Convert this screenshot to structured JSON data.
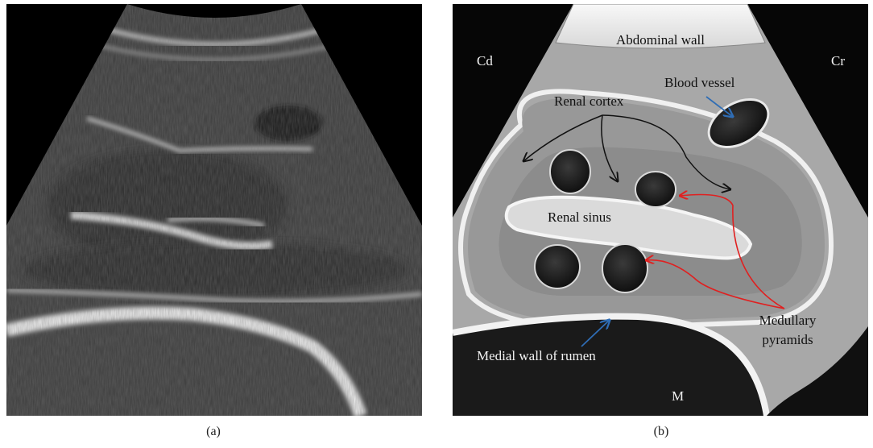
{
  "panel_a": {
    "caption": "(a)"
  },
  "panel_b": {
    "caption": "(b)",
    "labels": {
      "abdominal_wall": "Abdominal wall",
      "cd": "Cd",
      "cr": "Cr",
      "blood_vessel": "Blood vessel",
      "renal_cortex": "Renal cortex",
      "renal_sinus": "Renal sinus",
      "medullary_line1": "Medullary",
      "medullary_line2": "pyramids",
      "medial_wall": "Medial wall of rumen",
      "m": "M"
    },
    "colors": {
      "background": "#060606",
      "tissue": "#a9a9a9",
      "bright_interface": "#efefef",
      "sinus": "#dcdcdc",
      "pyramid": "#1c1c1c",
      "pointer_blue": "#2f6db5",
      "pointer_red": "#e02020",
      "pointer_black": "#111111"
    }
  }
}
